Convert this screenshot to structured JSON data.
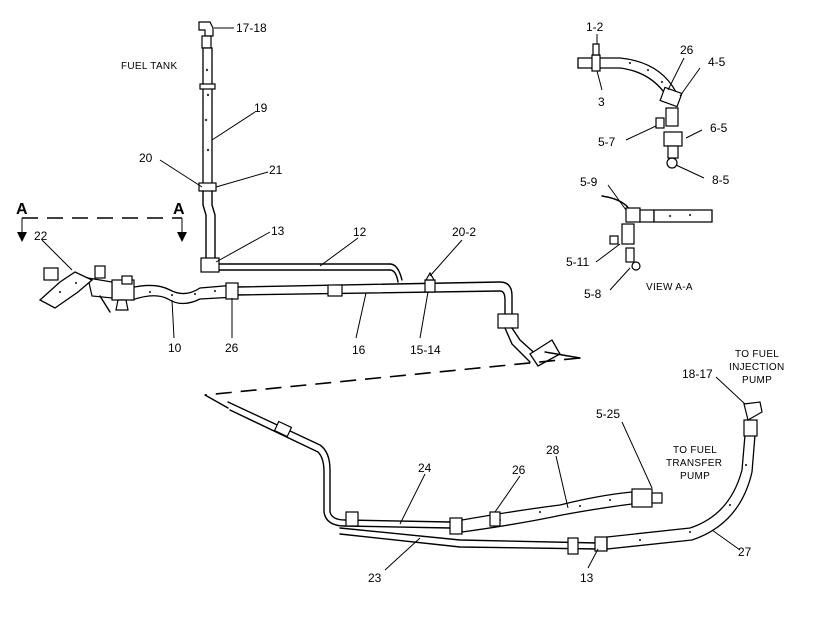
{
  "diagram": {
    "captions": {
      "fuel_tank": "FUEL TANK",
      "view_aa": "VIEW  A-A",
      "to_fuel_injection_pump": [
        "TO FUEL",
        "INJECTION",
        "PUMP"
      ],
      "to_fuel_transfer_pump": [
        "TO FUEL",
        "TRANSFER",
        "PUMP"
      ]
    },
    "section_markers": {
      "left": "A",
      "right": "A"
    },
    "callouts": {
      "c17_18": "17-18",
      "c19": "19",
      "c20a": "20",
      "c21": "21",
      "c13_top": "13",
      "c12": "12",
      "c20_2": "20-2",
      "c22": "22",
      "c10": "10",
      "c26_left": "26",
      "c16": "16",
      "c15_14": "15-14",
      "c1_2": "1-2",
      "c3": "3",
      "c26_view": "26",
      "c4_5": "4-5",
      "c5_7": "5-7",
      "c6_5": "6-5",
      "c8_5": "8-5",
      "c5_9": "5-9",
      "c5_11": "5-11",
      "c5_8": "5-8",
      "c18_17": "18-17",
      "c5_25": "5-25",
      "c28": "28",
      "c24": "24",
      "c26_bottom": "26",
      "c23": "23",
      "c13_bottom": "13",
      "c27": "27"
    }
  }
}
